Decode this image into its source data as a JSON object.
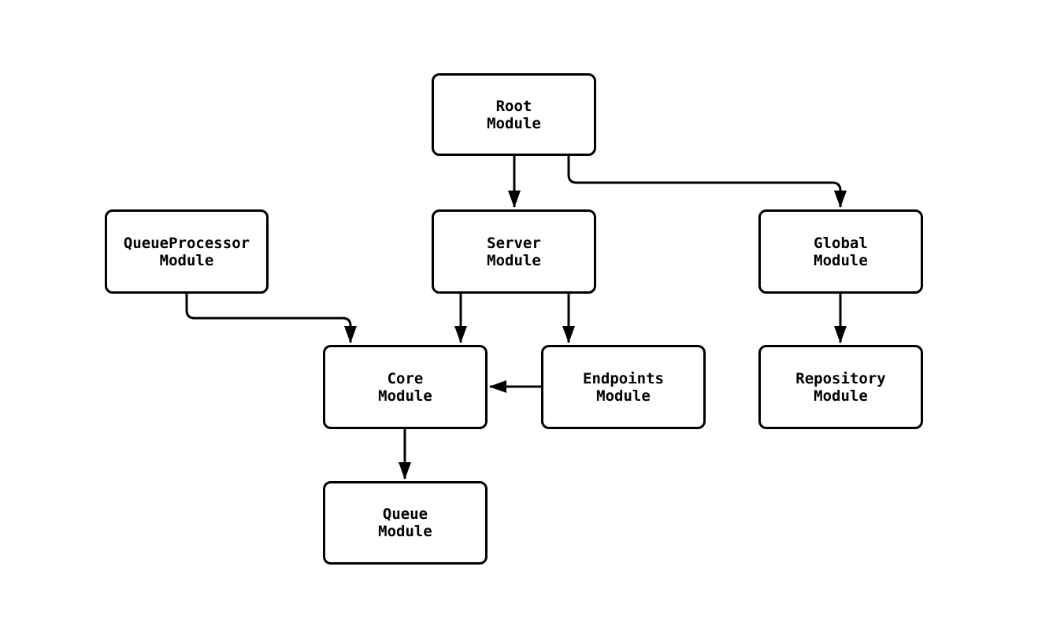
{
  "diagram": {
    "type": "module-dependency-graph",
    "background_color": "#ffffff",
    "stroke_color": "#000000",
    "nodes": {
      "root": {
        "label": "Root\nModule"
      },
      "queueprocessor": {
        "label": "QueueProcessor\nModule"
      },
      "server": {
        "label": "Server\nModule"
      },
      "global": {
        "label": "Global\nModule"
      },
      "core": {
        "label": "Core\nModule"
      },
      "endpoints": {
        "label": "Endpoints\nModule"
      },
      "repository": {
        "label": "Repository\nModule"
      },
      "queue": {
        "label": "Queue\nModule"
      }
    },
    "edges": [
      {
        "from": "Root Module",
        "to": "Server Module"
      },
      {
        "from": "Root Module",
        "to": "Global Module"
      },
      {
        "from": "QueueProcessor Module",
        "to": "Core Module"
      },
      {
        "from": "Server Module",
        "to": "Core Module"
      },
      {
        "from": "Server Module",
        "to": "Endpoints Module"
      },
      {
        "from": "Endpoints Module",
        "to": "Core Module"
      },
      {
        "from": "Global Module",
        "to": "Repository Module"
      },
      {
        "from": "Core Module",
        "to": "Queue Module"
      }
    ]
  }
}
